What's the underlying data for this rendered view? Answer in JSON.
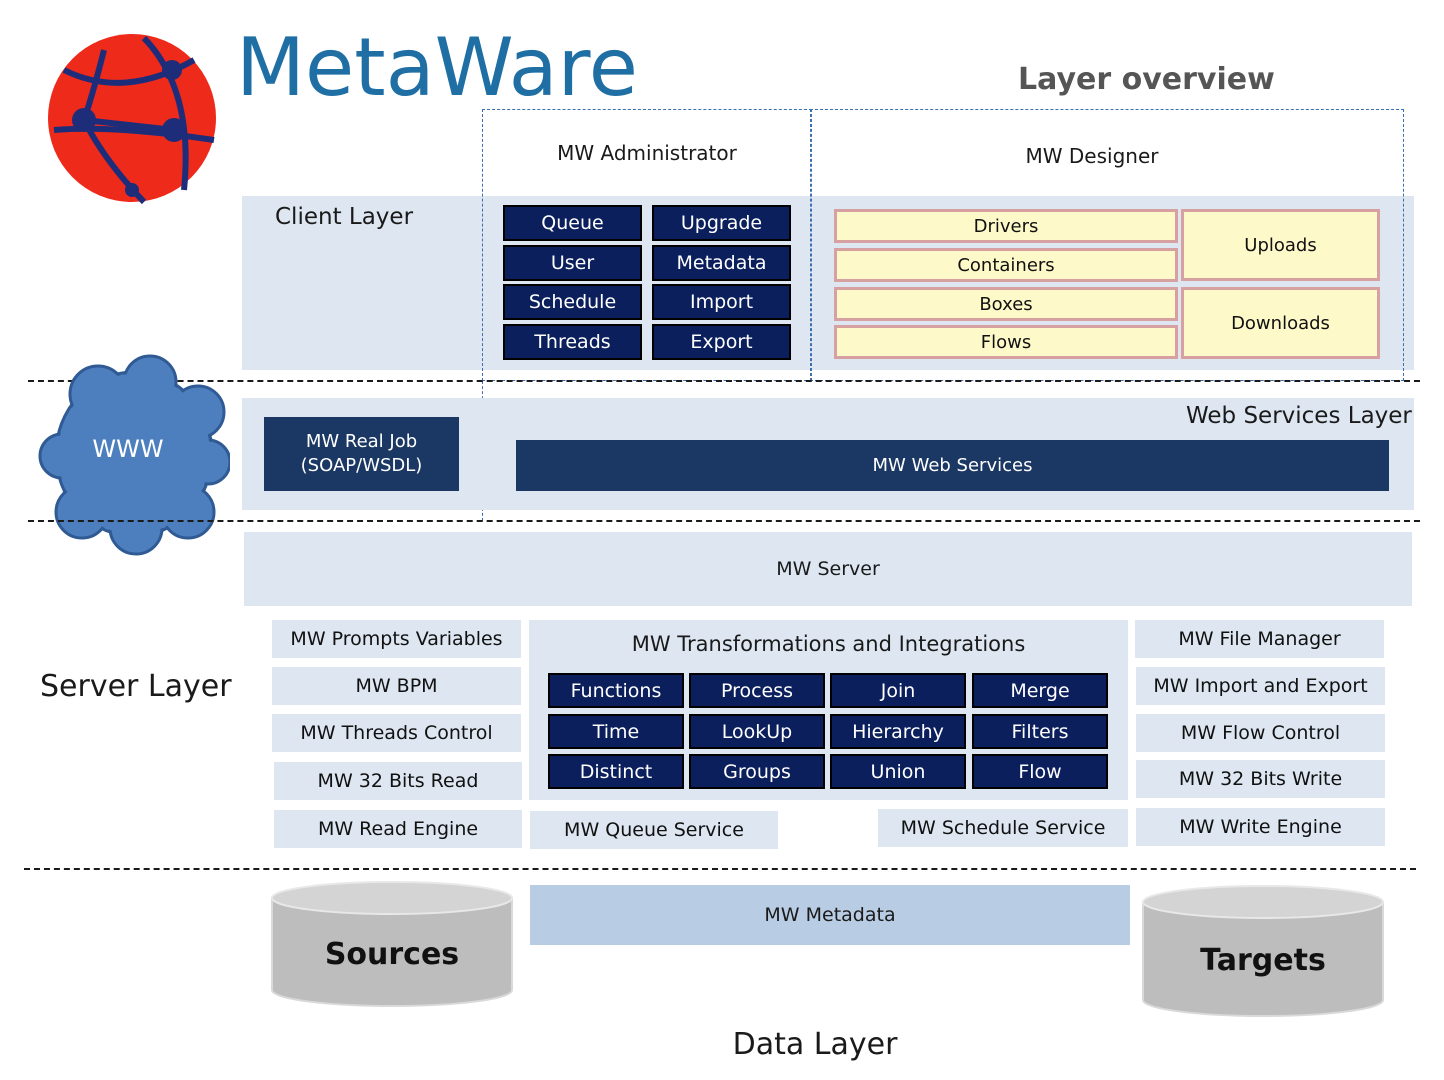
{
  "brand": {
    "name": "MetaWare",
    "color": "#1f6fa5"
  },
  "heading": "Layer overview",
  "client": {
    "label": "Client Layer",
    "administrator": {
      "title": "MW Administrator",
      "items": [
        "Queue",
        "Upgrade",
        "User",
        "Metadata",
        "Schedule",
        "Import",
        "Threads",
        "Export"
      ]
    },
    "designer": {
      "title": "MW Designer",
      "left": [
        "Drivers",
        "Containers",
        "Boxes",
        "Flows"
      ],
      "right": [
        "Uploads",
        "Downloads"
      ]
    }
  },
  "web": {
    "label": "Web Services Layer",
    "cloud": "WWW",
    "realjob": {
      "line1": "MW Real Job",
      "line2": "(SOAP/WSDL)"
    },
    "services": "MW Web Services"
  },
  "server": {
    "label": "Server Layer",
    "main": "MW Server",
    "left": [
      "MW Prompts Variables",
      "MW BPM",
      "MW Threads Control",
      "MW 32 Bits Read",
      "MW Read Engine"
    ],
    "right": [
      "MW File Manager",
      "MW Import and Export",
      "MW Flow Control",
      "MW 32 Bits Write",
      "MW Write Engine"
    ],
    "transformations": {
      "title": "MW Transformations and Integrations",
      "items": [
        "Functions",
        "Process",
        "Join",
        "Merge",
        "Time",
        "LookUp",
        "Hierarchy",
        "Filters",
        "Distinct",
        "Groups",
        "Union",
        "Flow"
      ]
    },
    "queue": "MW Queue Service",
    "schedule": "MW Schedule Service"
  },
  "data": {
    "label": "Data Layer",
    "metadata": "MW Metadata",
    "sources": "Sources",
    "targets": "Targets"
  },
  "colors": {
    "navy": "#0b1f5c",
    "panel": "#dde6f1",
    "yellow": "#fdf9c9",
    "globe": "#ee2a1b",
    "cloud": "#4d7fbf"
  }
}
